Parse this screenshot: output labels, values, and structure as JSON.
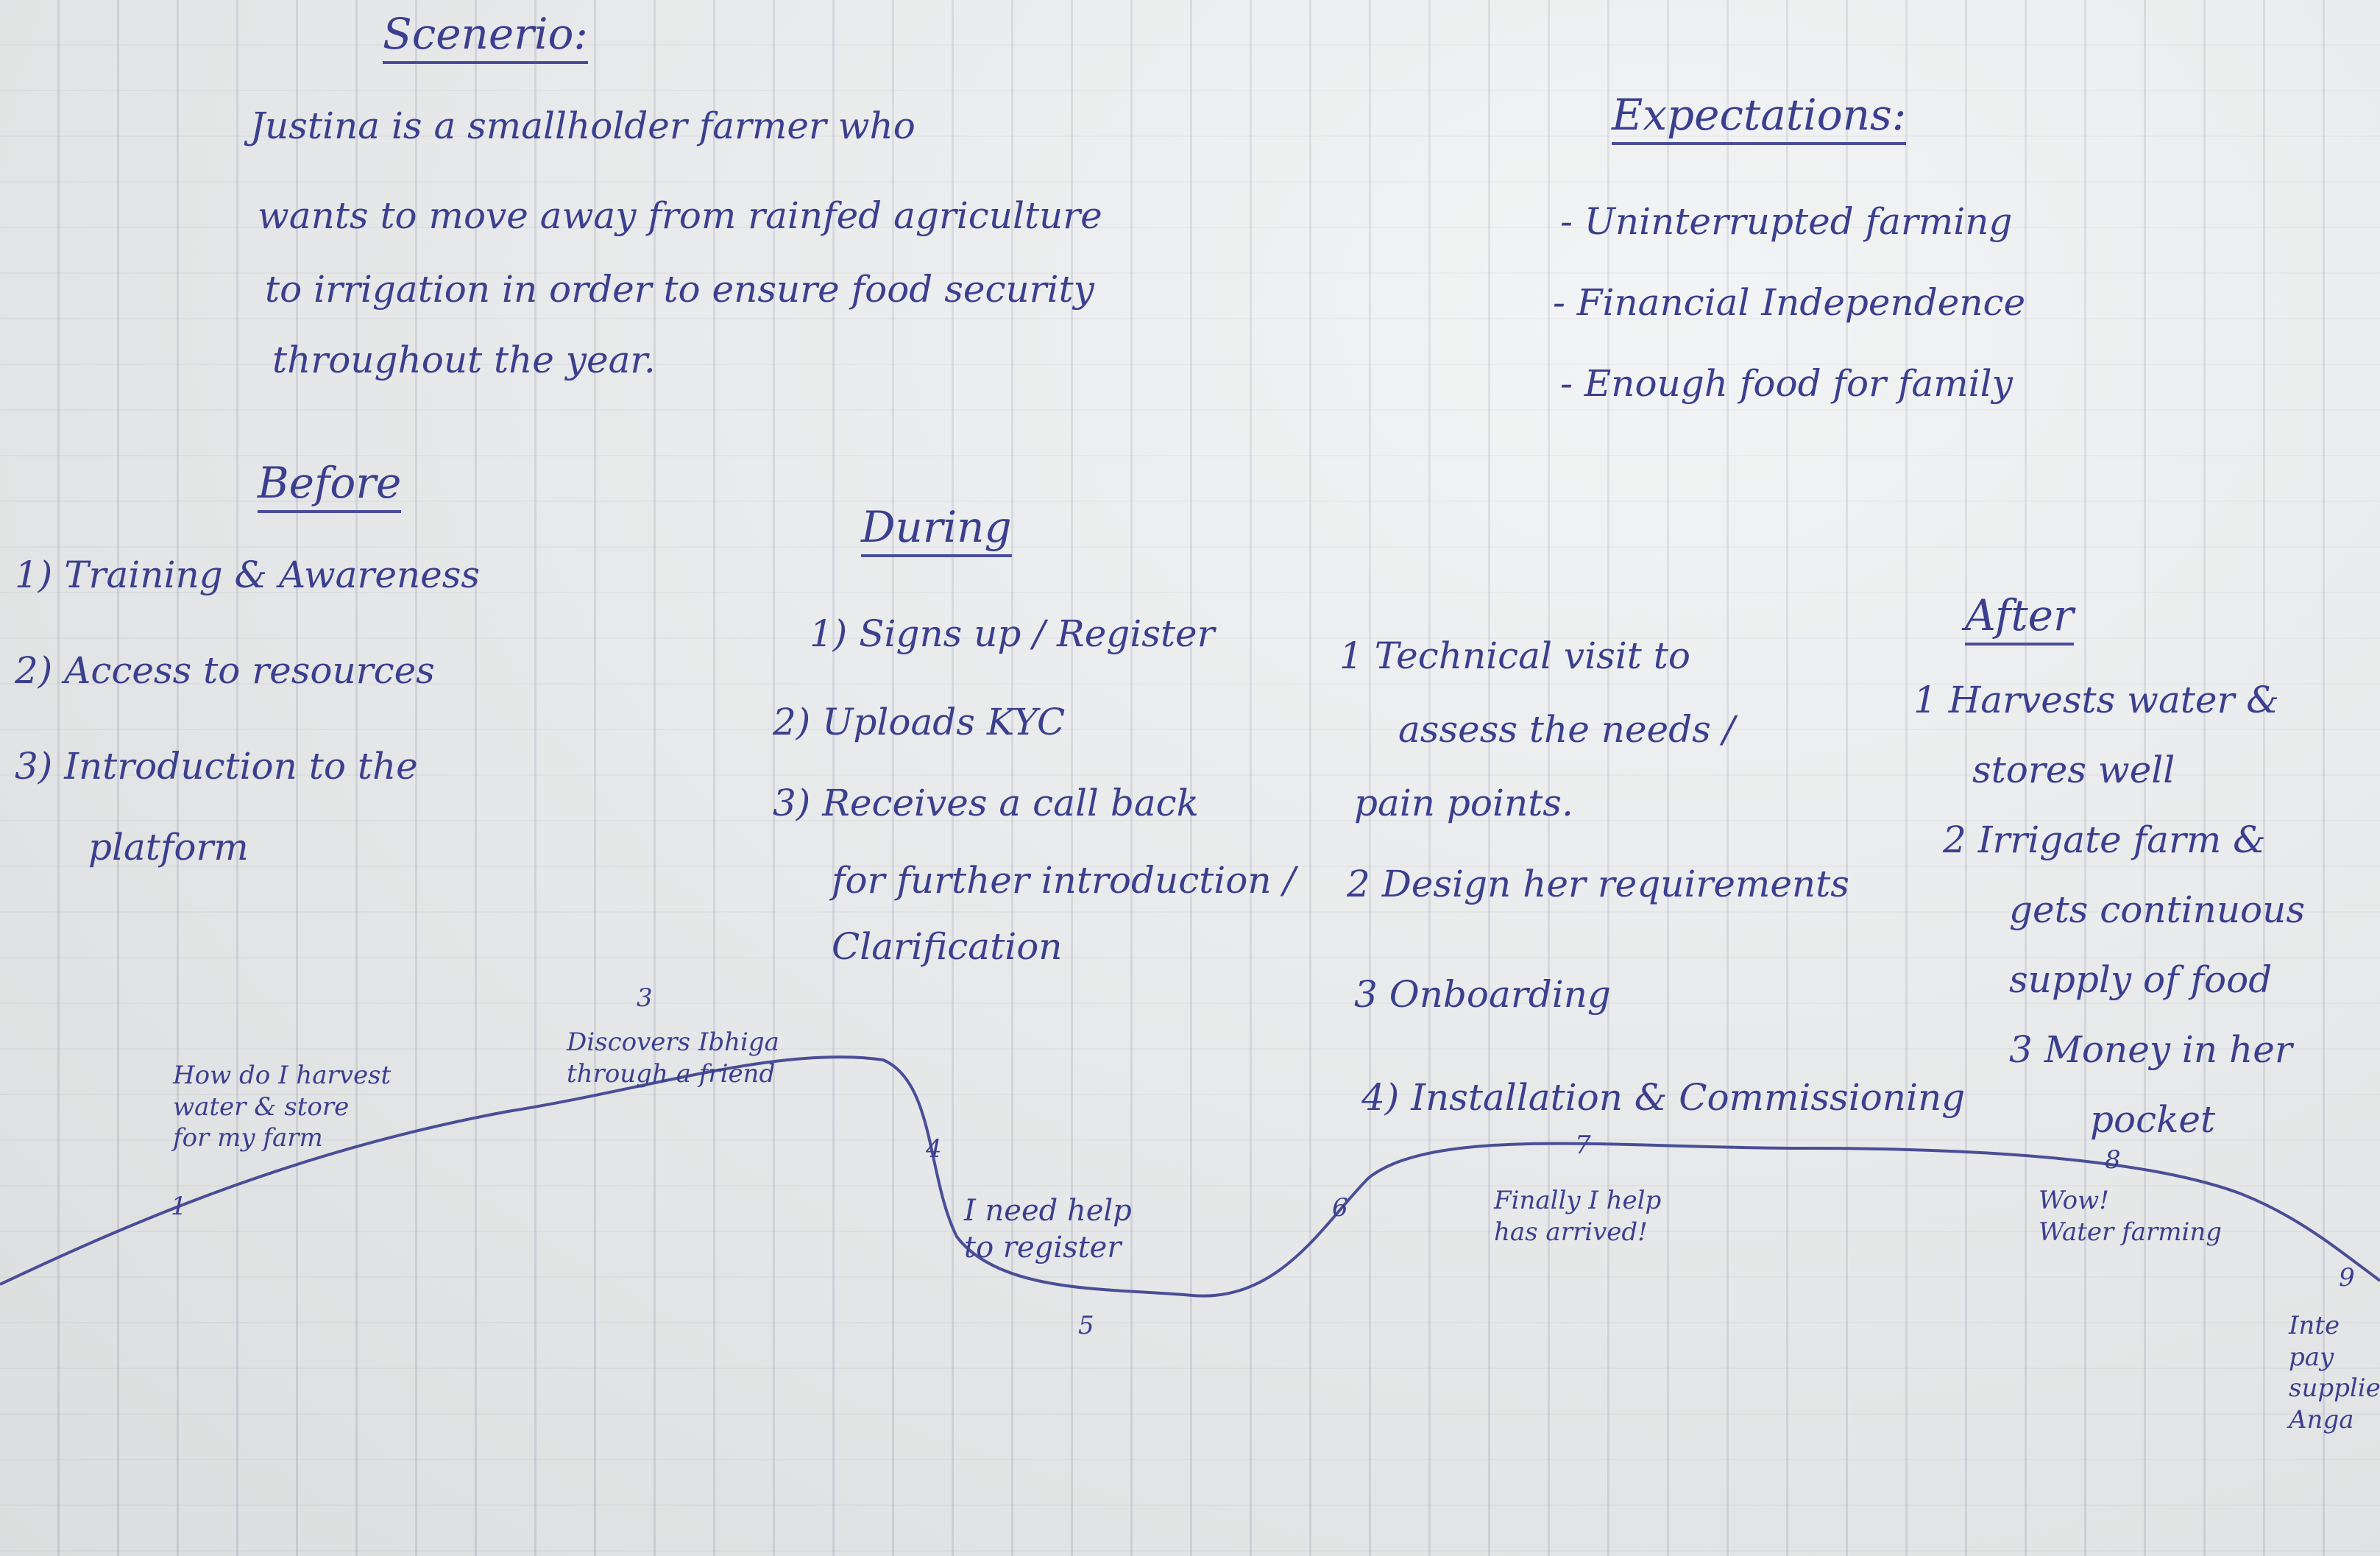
{
  "scenario": {
    "heading": "Scenerio:",
    "lines": [
      "Justina is a smallholder farmer who",
      "wants to move away from rainfed agriculture",
      "to irrigation in order to ensure food security",
      "throughout the year."
    ]
  },
  "expectations": {
    "heading": "Expectations:",
    "items": [
      "- Uninterrupted farming",
      "- Financial Independence",
      "- Enough food for family"
    ]
  },
  "before": {
    "heading": "Before",
    "items": [
      "1) Training & Awareness",
      "2) Access to resources",
      "3) Introduction to the",
      "platform"
    ]
  },
  "during": {
    "heading": "During",
    "col1": [
      "1) Signs up / Register",
      "2) Uploads KYC",
      "3) Receives a call back",
      "for further introduction /",
      "Clarification"
    ],
    "col2": [
      "1 Technical visit to",
      "assess the needs /",
      "pain points.",
      "2 Design her requirements",
      "3 Onboarding",
      "4) Installation & Commissioning"
    ]
  },
  "after": {
    "heading": "After",
    "items": [
      "1 Harvests water &",
      "stores well",
      "2 Irrigate farm &",
      "gets continuous",
      "supply of food",
      "3 Money in her",
      "pocket"
    ]
  },
  "journey": {
    "notes": [
      "How do I harvest\nwater & store\nfor my farm",
      "Discovers Ibhiga\nthrough a friend",
      "I need help\nto register",
      "Finally I help\nhas arrived!",
      "Wow!\nWater farming",
      "Inte\npay\nsupplies\nAnga"
    ],
    "markers": [
      "1",
      "3",
      "4",
      "5",
      "6",
      "7",
      "8",
      "9"
    ]
  },
  "colors": {
    "ink": "#3b3f8e",
    "paper": "#eef0f1",
    "rule": "#969bb0"
  }
}
